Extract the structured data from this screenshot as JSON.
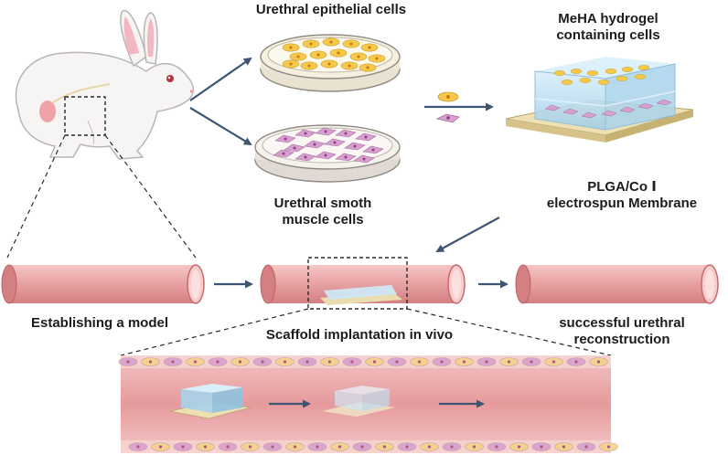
{
  "labels": {
    "epithelial": "Urethral epithelial cells",
    "smooth_line1": "Urethral smoth",
    "smooth_line2": "muscle cells",
    "hydrogel_line1": "MeHA hydrogel",
    "hydrogel_line2": "containing cells",
    "membrane_line1": "PLGA/Co Ⅰ",
    "membrane_line2": "electrospun Membrane",
    "model": "Establishing a model",
    "implant": "Scaffold implantation in vivo",
    "success_line1": "successful urethral",
    "success_line2": "reconstruction"
  },
  "colors": {
    "arrow": "#3d5573",
    "tube_fill": "#e9a4a4",
    "tube_dark": "#c76a6e",
    "tube_end": "#f7c9c8",
    "epithelial_cell": "#f5c94a",
    "muscle_cell": "#d7a0cf",
    "hydrogel": "#b8dcef",
    "membrane": "#e8ddb2",
    "dashed": "#2a2a2a"
  },
  "icons": [
    "rabbit-illustration",
    "petri-dish-icon",
    "hydrogel-scaffold-icon",
    "urethra-tube-icon"
  ]
}
